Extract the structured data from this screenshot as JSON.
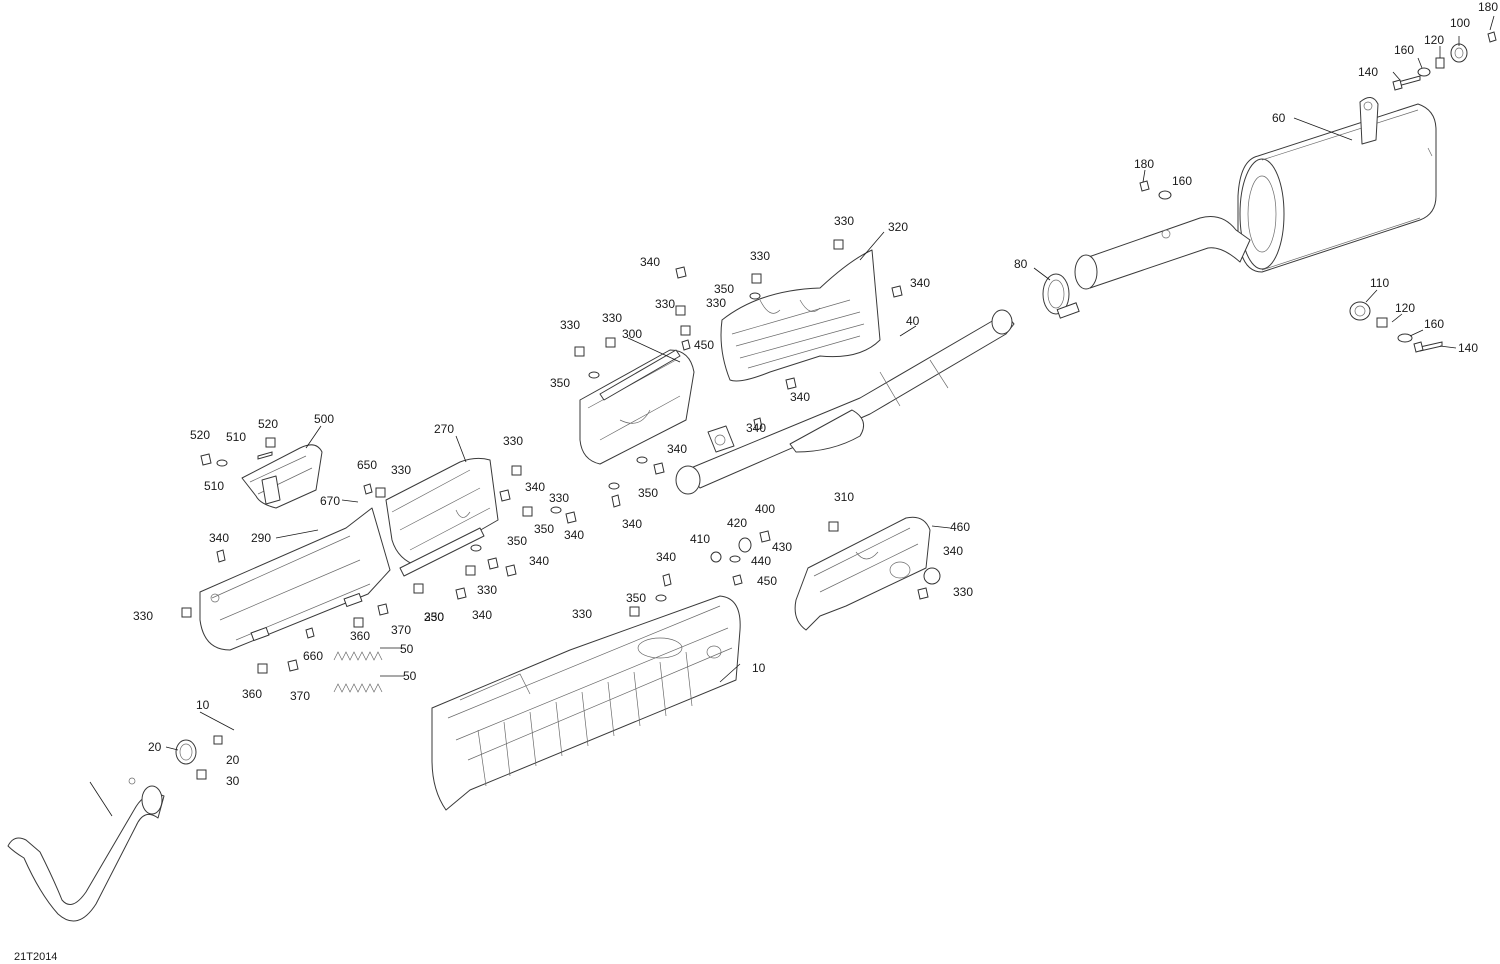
{
  "diagram_id": "21T2014",
  "callouts": [
    {
      "id": "c180a",
      "text": "180"
    },
    {
      "id": "c100",
      "text": "100"
    },
    {
      "id": "c120a",
      "text": "120"
    },
    {
      "id": "c160a",
      "text": "160"
    },
    {
      "id": "c140a",
      "text": "140"
    },
    {
      "id": "c60",
      "text": "60"
    },
    {
      "id": "c180b",
      "text": "180"
    },
    {
      "id": "c160b",
      "text": "160"
    },
    {
      "id": "c80",
      "text": "80"
    },
    {
      "id": "c110",
      "text": "110"
    },
    {
      "id": "c120b",
      "text": "120"
    },
    {
      "id": "c160c",
      "text": "160"
    },
    {
      "id": "c140b",
      "text": "140"
    },
    {
      "id": "c330a",
      "text": "330"
    },
    {
      "id": "c320",
      "text": "320"
    },
    {
      "id": "c340a",
      "text": "340"
    },
    {
      "id": "c330b",
      "text": "330"
    },
    {
      "id": "c350a",
      "text": "350"
    },
    {
      "id": "c340b",
      "text": "340"
    },
    {
      "id": "c330c",
      "text": "330"
    },
    {
      "id": "c330d",
      "text": "330"
    },
    {
      "id": "c40",
      "text": "40"
    },
    {
      "id": "c330e",
      "text": "330"
    },
    {
      "id": "c330f",
      "text": "330"
    },
    {
      "id": "c300",
      "text": "300"
    },
    {
      "id": "c450a",
      "text": "450"
    },
    {
      "id": "c350b",
      "text": "350"
    },
    {
      "id": "c340c",
      "text": "340"
    },
    {
      "id": "c340d",
      "text": "340"
    },
    {
      "id": "c500",
      "text": "500"
    },
    {
      "id": "c520a",
      "text": "520"
    },
    {
      "id": "c520b",
      "text": "520"
    },
    {
      "id": "c510a",
      "text": "510"
    },
    {
      "id": "c510b",
      "text": "510"
    },
    {
      "id": "c270",
      "text": "270"
    },
    {
      "id": "c330g",
      "text": "330"
    },
    {
      "id": "c650",
      "text": "650"
    },
    {
      "id": "c330h",
      "text": "330"
    },
    {
      "id": "c340e",
      "text": "340"
    },
    {
      "id": "c340f",
      "text": "340"
    },
    {
      "id": "c350c",
      "text": "350"
    },
    {
      "id": "c340g",
      "text": "340"
    },
    {
      "id": "c670",
      "text": "670"
    },
    {
      "id": "c330i",
      "text": "330"
    },
    {
      "id": "c350d",
      "text": "350"
    },
    {
      "id": "c340h",
      "text": "340"
    },
    {
      "id": "c350e",
      "text": "350"
    },
    {
      "id": "c340i",
      "text": "340"
    },
    {
      "id": "c340j",
      "text": "340"
    },
    {
      "id": "c290",
      "text": "290"
    },
    {
      "id": "c330j",
      "text": "330"
    },
    {
      "id": "c330k",
      "text": "330"
    },
    {
      "id": "c340k",
      "text": "340"
    },
    {
      "id": "c370a",
      "text": "370"
    },
    {
      "id": "c360a",
      "text": "360"
    },
    {
      "id": "c660",
      "text": "660"
    },
    {
      "id": "c50a",
      "text": "50"
    },
    {
      "id": "c50b",
      "text": "50"
    },
    {
      "id": "c360b",
      "text": "360"
    },
    {
      "id": "c370b",
      "text": "370"
    },
    {
      "id": "c330l",
      "text": "330"
    },
    {
      "id": "c400",
      "text": "400"
    },
    {
      "id": "c420",
      "text": "420"
    },
    {
      "id": "c410",
      "text": "410"
    },
    {
      "id": "c430",
      "text": "430"
    },
    {
      "id": "c440",
      "text": "440"
    },
    {
      "id": "c450b",
      "text": "450"
    },
    {
      "id": "c340l",
      "text": "340"
    },
    {
      "id": "c350f",
      "text": "350"
    },
    {
      "id": "c330m",
      "text": "330"
    },
    {
      "id": "c310",
      "text": "310"
    },
    {
      "id": "c460",
      "text": "460"
    },
    {
      "id": "c340m",
      "text": "340"
    },
    {
      "id": "c330n",
      "text": "330"
    },
    {
      "id": "c250",
      "text": "250"
    },
    {
      "id": "c10a",
      "text": "10"
    },
    {
      "id": "c10b",
      "text": "10"
    },
    {
      "id": "c20a",
      "text": "20"
    },
    {
      "id": "c20b",
      "text": "20"
    },
    {
      "id": "c30",
      "text": "30"
    }
  ]
}
